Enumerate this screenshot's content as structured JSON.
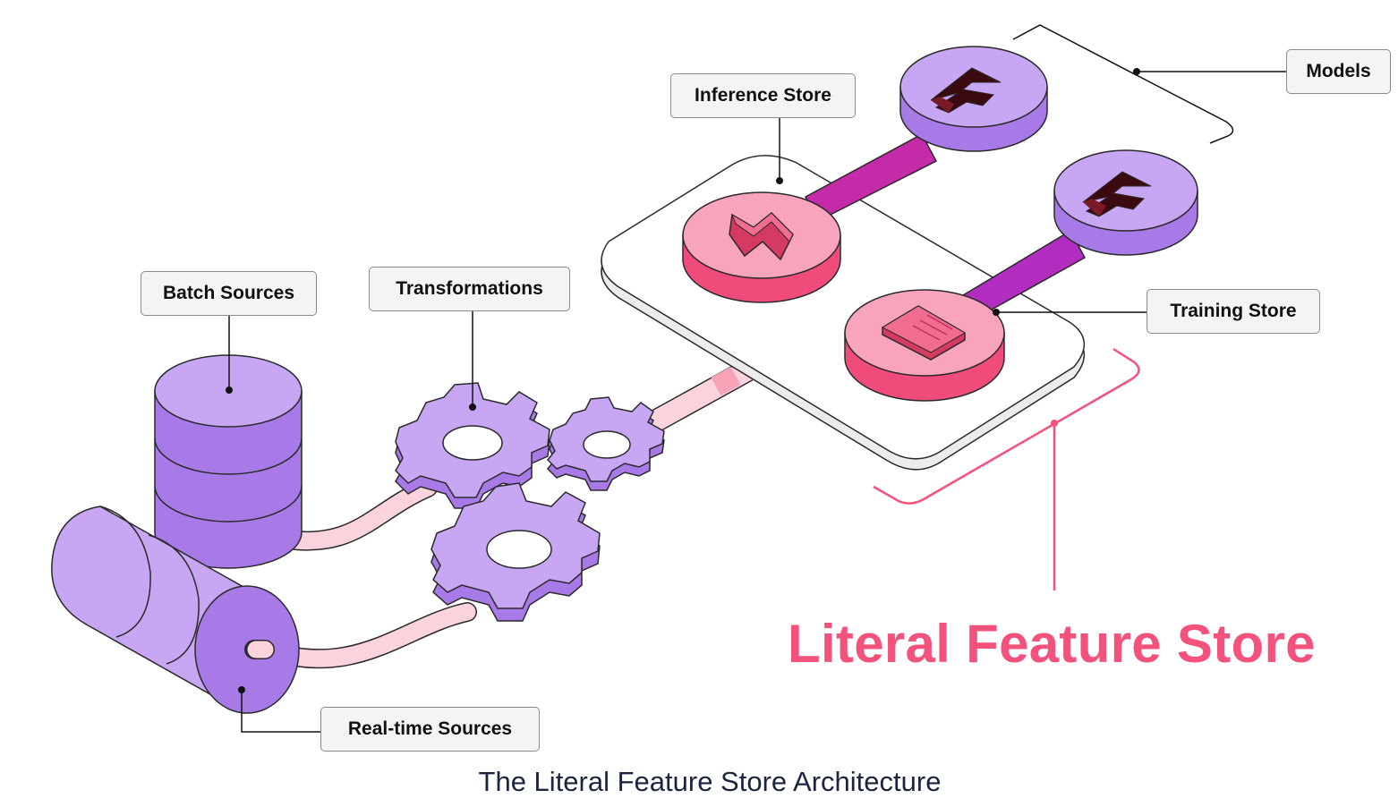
{
  "labels": {
    "batch_sources": "Batch Sources",
    "transformations": "Transformations",
    "inference_store": "Inference Store",
    "models": "Models",
    "training_store": "Training Store",
    "realtime_sources": "Real-time Sources"
  },
  "headline": "Literal Feature Store",
  "caption": "The Literal Feature Store Architecture",
  "icons": {
    "inference": "lightning-bolt-icon",
    "training": "document-icon",
    "model": "model-logo-icon"
  },
  "colors": {
    "purple_light": "#c7a6f3",
    "purple_dark": "#a77ae8",
    "pink_light": "#f8a4bc",
    "pink_dark": "#ef4c7c",
    "pipe_pink": "#fbd3dd",
    "accent": "#f2527c",
    "connector_magenta": "#c52aa8",
    "caption_navy": "#1b2540"
  }
}
